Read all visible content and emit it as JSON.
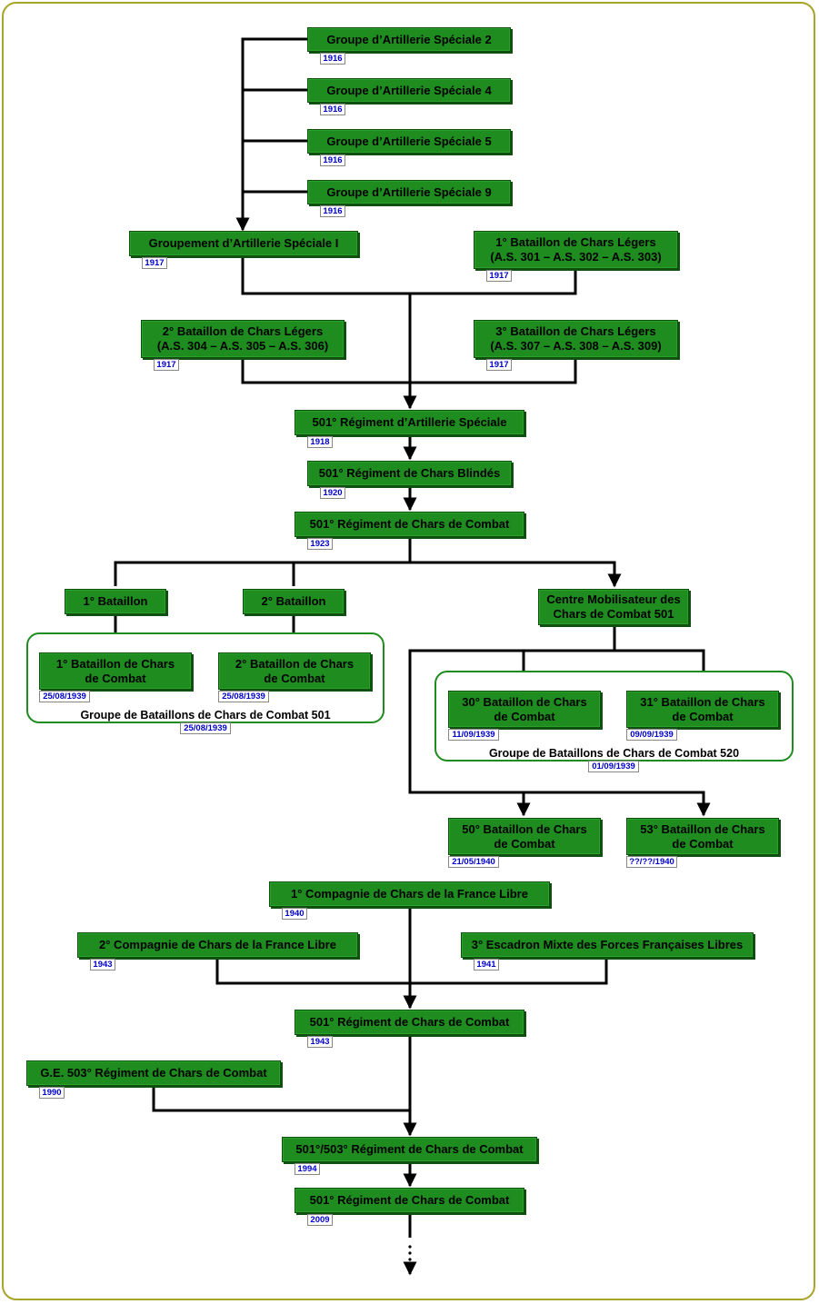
{
  "units": {
    "gas2": {
      "name": "Groupe d’Artillerie Spéciale 2",
      "date": "1916"
    },
    "gas4": {
      "name": "Groupe d’Artillerie Spéciale 4",
      "date": "1916"
    },
    "gas5": {
      "name": "Groupe d’Artillerie Spéciale 5",
      "date": "1916"
    },
    "gas9": {
      "name": "Groupe d’Artillerie Spéciale 9",
      "date": "1916"
    },
    "gasI": {
      "name": "Groupement d’Artillerie Spéciale I",
      "date": "1917"
    },
    "bcl1": {
      "name": "1° Bataillon de Chars Légers\n(A.S. 301 – A.S. 302 – A.S. 303)",
      "date": "1917"
    },
    "bcl2": {
      "name": "2° Bataillon de Chars Légers\n(A.S. 304 – A.S. 305 – A.S. 306)",
      "date": "1917"
    },
    "bcl3": {
      "name": "3° Bataillon de Chars Légers\n(A.S. 307 – A.S. 308 – A.S. 309)",
      "date": "1917"
    },
    "ras501": {
      "name": "501° Régiment d’Artillerie Spéciale",
      "date": "1918"
    },
    "rcb501": {
      "name": "501° Régiment de Chars Blindés",
      "date": "1920"
    },
    "rcc501_1923": {
      "name": "501° Régiment de Chars de Combat",
      "date": "1923"
    },
    "bat1": {
      "name": "1° Bataillon"
    },
    "bat2": {
      "name": "2° Bataillon"
    },
    "cm501": {
      "name": "Centre Mobilisateur des\nChars de Combat 501"
    },
    "bcc1": {
      "name": "1° Bataillon de Chars\nde Combat",
      "date": "25/08/1939"
    },
    "bcc2": {
      "name": "2° Bataillon de Chars\nde Combat",
      "date": "25/08/1939"
    },
    "bcc30": {
      "name": "30° Bataillon de Chars\nde Combat",
      "date": "11/09/1939"
    },
    "bcc31": {
      "name": "31° Bataillon de Chars\nde Combat",
      "date": "09/09/1939"
    },
    "bcc50": {
      "name": "50° Bataillon de Chars\nde Combat",
      "date": "21/05/1940"
    },
    "bcc53": {
      "name": "53° Bataillon de Chars\nde Combat",
      "date": "??/??/1940"
    },
    "ccfl1": {
      "name": "1° Compagnie de Chars de la France Libre",
      "date": "1940"
    },
    "ccfl2": {
      "name": "2° Compagnie de Chars de la France Libre",
      "date": "1943"
    },
    "emffl3": {
      "name": "3° Escadron Mixte des Forces Françaises Libres",
      "date": "1941"
    },
    "rcc501_1943": {
      "name": "501° Régiment de Chars de Combat",
      "date": "1943"
    },
    "ge503": {
      "name": "G.E. 503° Régiment de Chars de Combat",
      "date": "1990"
    },
    "rcc501_503": {
      "name": "501°/503° Régiment de Chars de Combat",
      "date": "1994"
    },
    "rcc501_2009": {
      "name": "501° Régiment de Chars de Combat",
      "date": "2009"
    }
  },
  "groups": {
    "gbcc501": {
      "name": "Groupe de Bataillons de Chars de Combat 501",
      "date": "25/08/1939"
    },
    "gbcc520": {
      "name": "Groupe de Bataillons de Chars de Combat 520",
      "date": "01/09/1939"
    }
  },
  "colors": {
    "node": "#1e8c1e",
    "group_border": "#1e8c1e",
    "date_text": "#0000cc",
    "frame": "#a8a428"
  }
}
